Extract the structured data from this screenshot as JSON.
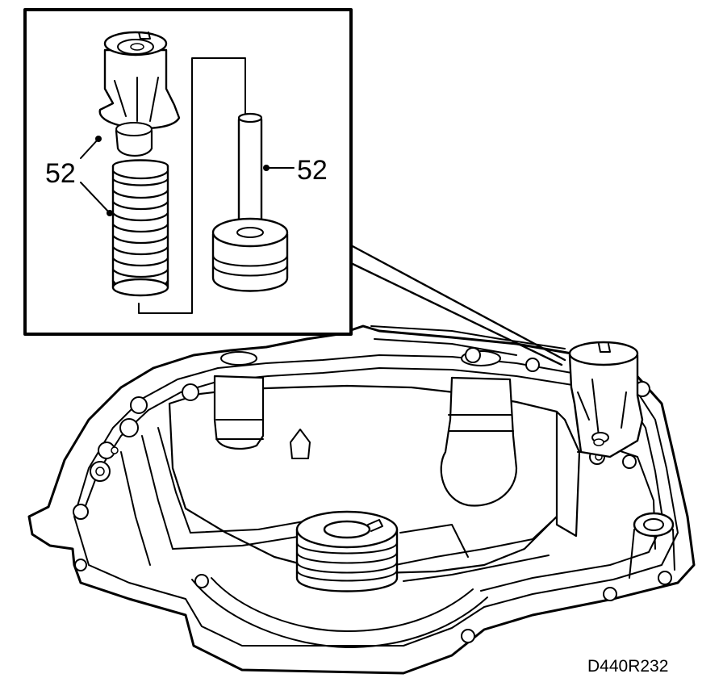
{
  "callouts": {
    "left_part_label": "52",
    "right_part_label": "52"
  },
  "figure_code": "D440R232",
  "colors": {
    "ink": "#000000",
    "paper": "#ffffff"
  }
}
